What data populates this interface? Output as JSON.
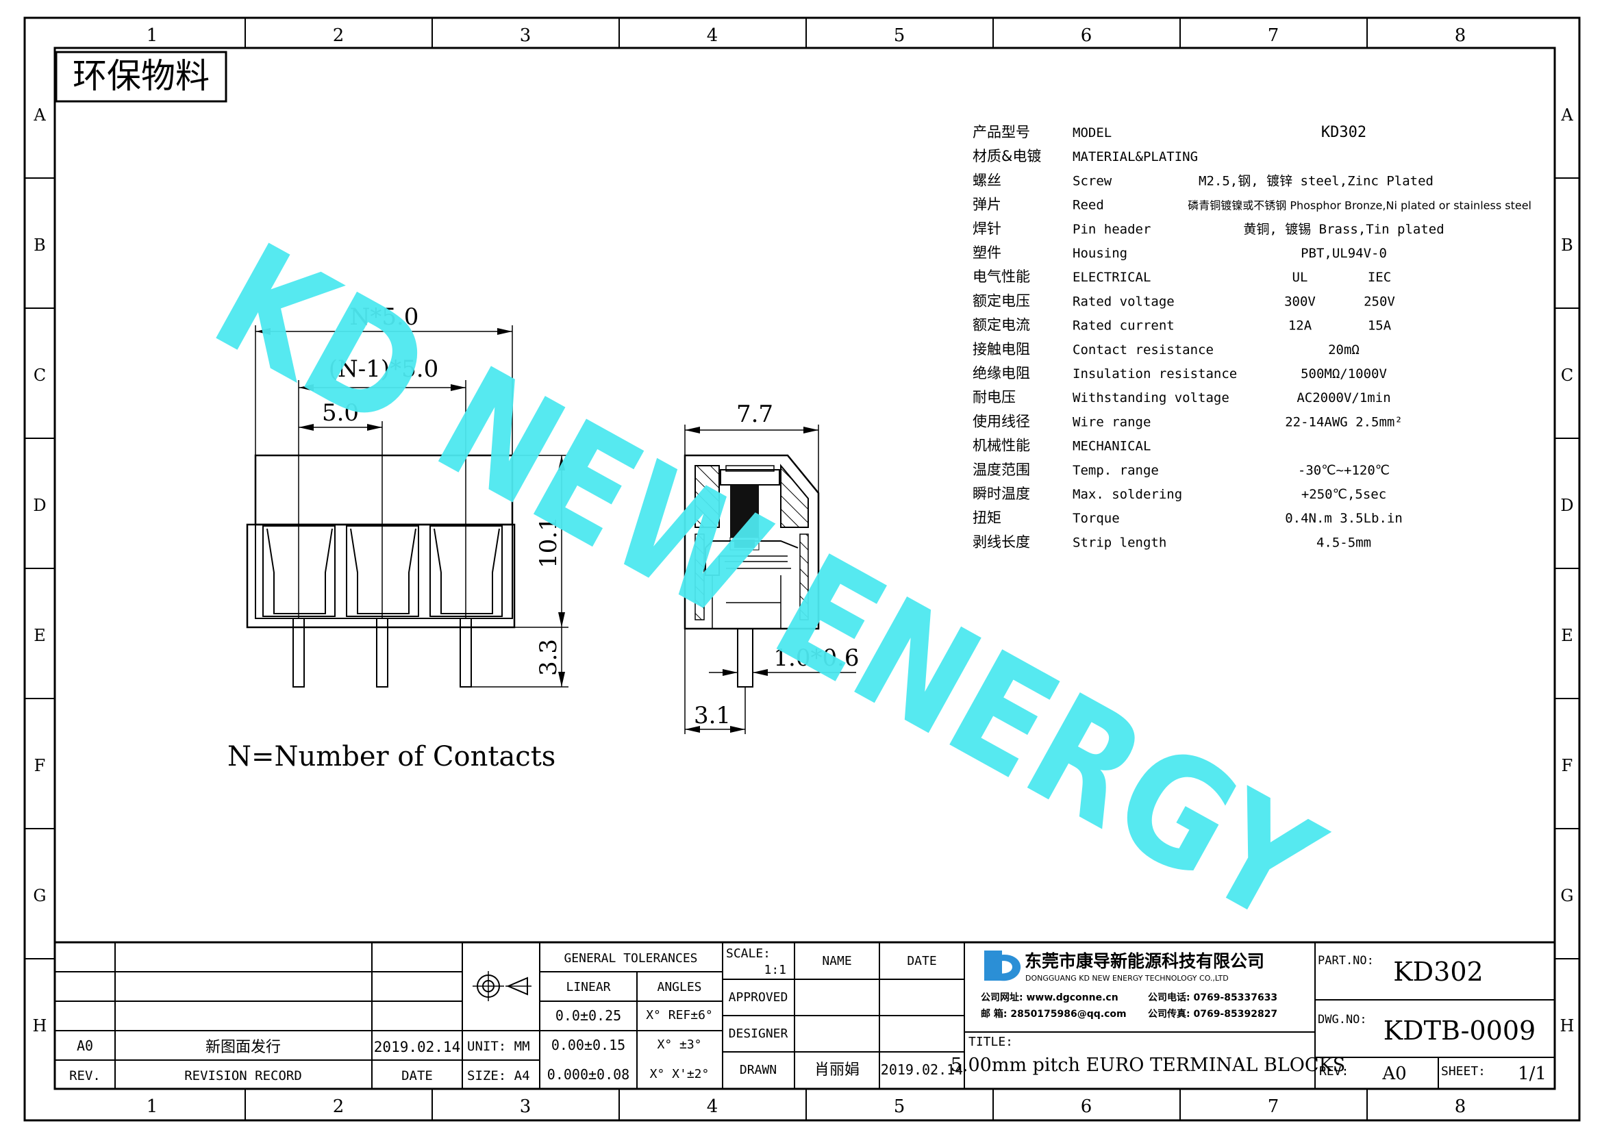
{
  "border": {
    "columns": [
      "1",
      "2",
      "3",
      "4",
      "5",
      "6",
      "7",
      "8"
    ],
    "rows": [
      "A",
      "B",
      "C",
      "D",
      "E",
      "F",
      "G",
      "H"
    ]
  },
  "stamp": "环保物料",
  "watermark": "KD NEW ENERGY",
  "drawing": {
    "dim_overall": "N*5.0",
    "dim_span": "(N-1)*5.0",
    "dim_pitch": "5.0",
    "dim_height": "10.1",
    "dim_pin": "3.3",
    "dim_depth": "7.7",
    "dim_pin_section": "1.0*0.6",
    "dim_pin_offset": "3.1",
    "note": "N=Number of Contacts"
  },
  "specs": [
    {
      "cn": "产品型号",
      "en": "MODEL",
      "v1": "KD302",
      "v2": ""
    },
    {
      "cn": "材质&电镀",
      "en": "MATERIAL&PLATING",
      "v1": "",
      "v2": ""
    },
    {
      "cn": "螺丝",
      "en": "Screw",
      "v1": "M2.5,钢, 镀锌 steel,Zinc Plated",
      "v2": ""
    },
    {
      "cn": "弹片",
      "en": "Reed",
      "v1": "磷青铜镀镍或不锈钢 Phosphor Bronze,Ni plated or stainless steel",
      "v2": ""
    },
    {
      "cn": "焊针",
      "en": "Pin header",
      "v1": "黄铜, 镀锡 Brass,Tin plated",
      "v2": ""
    },
    {
      "cn": "塑件",
      "en": "Housing",
      "v1": "PBT,UL94V-0",
      "v2": ""
    },
    {
      "cn": "电气性能",
      "en": "ELECTRICAL",
      "v1": "UL",
      "v2": "IEC"
    },
    {
      "cn": "额定电压",
      "en": "Rated voltage",
      "v1": "300V",
      "v2": "250V"
    },
    {
      "cn": "额定电流",
      "en": "Rated current",
      "v1": "12A",
      "v2": "15A"
    },
    {
      "cn": "接触电阻",
      "en": "Contact resistance",
      "v1": "20mΩ",
      "v2": ""
    },
    {
      "cn": "绝缘电阻",
      "en": "Insulation resistance",
      "v1": "500MΩ/1000V",
      "v2": ""
    },
    {
      "cn": "耐电压",
      "en": "Withstanding voltage",
      "v1": "AC2000V/1min",
      "v2": ""
    },
    {
      "cn": "使用线径",
      "en": "Wire range",
      "v1": "22-14AWG 2.5mm²",
      "v2": ""
    },
    {
      "cn": "机械性能",
      "en": "MECHANICAL",
      "v1": "",
      "v2": ""
    },
    {
      "cn": "温度范围",
      "en": "Temp. range",
      "v1": "-30℃~+120℃",
      "v2": ""
    },
    {
      "cn": "瞬时温度",
      "en": "Max. soldering",
      "v1": "+250℃,5sec",
      "v2": ""
    },
    {
      "cn": "扭矩",
      "en": "Torque",
      "v1": "0.4N.m 3.5Lb.in",
      "v2": ""
    },
    {
      "cn": "剥线长度",
      "en": "Strip length",
      "v1": "4.5-5mm",
      "v2": ""
    }
  ],
  "title_block": {
    "rev_code": "A0",
    "rev_desc": "新图面发行",
    "rev_date": "2019.02.14",
    "hdr_rev": "REV.",
    "hdr_record": "REVISION RECORD",
    "hdr_date": "DATE",
    "unit": "UNIT: MM",
    "size": "SIZE: A4",
    "gen_tol": "GENERAL TOLERANCES",
    "linear": "LINEAR",
    "angles": "ANGLES",
    "tol1": "0.0±0.25",
    "tol2": "0.00±0.15",
    "tol3": "0.000±0.08",
    "ang1": "X° REF±6°",
    "ang2": "X° ±3°",
    "ang3": "X° X'±2°",
    "scale_label": "SCALE:",
    "scale_value": "1:1",
    "approved": "APPROVED",
    "designer": "DESIGNER",
    "drawn": "DRAWN",
    "name_hdr": "NAME",
    "date_hdr": "DATE",
    "drawn_name": "肖丽娟",
    "drawn_date": "2019.02.14",
    "company_cn": "东莞市康导新能源科技有限公司",
    "company_en": "DONGGUANG KD NEW ENERGY TECHNOLOGY CO.,LTD",
    "website": "公司网址: www.dgconne.cn",
    "phone": "公司电话: 0769-85337633",
    "email": "邮    箱: 2850175986@qq.com",
    "fax": "公司传真: 0769-85392827",
    "title_label": "TITLE:",
    "title": "5.00mm pitch EURO TERMINAL BLOCKS",
    "part_label": "PART.NO:",
    "part_no": "KD302",
    "dwg_label": "DWG.NO:",
    "dwg_no": "KDTB-0009",
    "rev_label": "REV:",
    "rev_value": "A0",
    "sheet_label": "SHEET:",
    "sheet_value": "1/1"
  },
  "colors": {
    "watermark": "#4de8ef",
    "logo": "#2b8fd6",
    "line": "#000000"
  }
}
